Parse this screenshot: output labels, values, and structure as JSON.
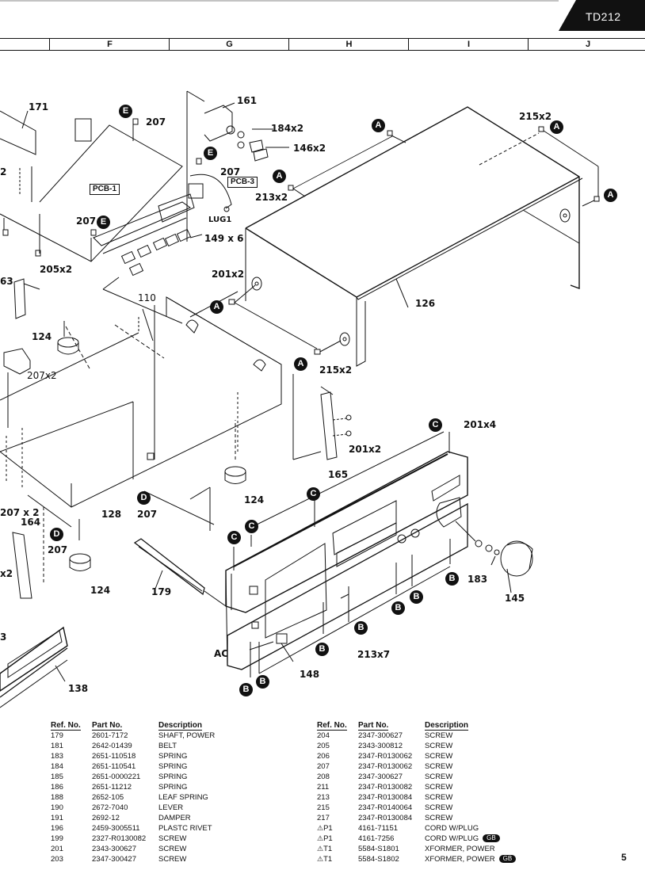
{
  "header": {
    "model": "TD212",
    "grid_columns": [
      "",
      "F",
      "G",
      "H",
      "I",
      "J"
    ]
  },
  "diagram": {
    "callouts": {
      "c171": "171",
      "c207a": "207",
      "c161": "161",
      "c184": "184x2",
      "c146": "146x2",
      "c207b": "207",
      "c213a": "213x2",
      "c215a": "215x2",
      "c2": "2",
      "c207c": "207",
      "lug1": "LUG1",
      "c149": "149 x 6",
      "c205": "205x2",
      "c201a": "201x2",
      "c63": "63",
      "c110": "110",
      "c124a": "124",
      "c207x2": "207x2",
      "c126": "126",
      "c215b": "215x2",
      "c201b": "201x4",
      "c201c": "201x2",
      "c165": "165",
      "c124b": "124",
      "c207x2b": "207 x 2",
      "c164": "164",
      "c128": "128",
      "c207d": "207",
      "c207e": "207",
      "x2": "x2",
      "c124c": "124",
      "c179": "179",
      "c183": "183",
      "c145": "145",
      "c213b": "213x7",
      "ac": "AC",
      "c148": "148",
      "c3": "3",
      "c138": "138"
    },
    "box_labels": {
      "pcb1": "PCB-1",
      "pcb3": "PCB-3"
    },
    "badges": {
      "A": "A",
      "B": "B",
      "C": "C",
      "D": "D",
      "E": "E"
    }
  },
  "parts_list": {
    "headers": {
      "ref": "Ref. No.",
      "part": "Part No.",
      "desc": "Description"
    },
    "left": [
      {
        "ref": "179",
        "part": "2601-7172",
        "desc": "SHAFT, POWER",
        "warn": false,
        "gb": false
      },
      {
        "ref": "181",
        "part": "2642-01439",
        "desc": "BELT",
        "warn": false,
        "gb": false
      },
      {
        "ref": "183",
        "part": "2651-110518",
        "desc": "SPRING",
        "warn": false,
        "gb": false
      },
      {
        "ref": "184",
        "part": "2651-110541",
        "desc": "SPRING",
        "warn": false,
        "gb": false
      },
      {
        "ref": "185",
        "part": "2651-0000221",
        "desc": "SPRING",
        "warn": false,
        "gb": false
      },
      {
        "ref": "186",
        "part": "2651-11212",
        "desc": "SPRING",
        "warn": false,
        "gb": false
      },
      {
        "ref": "188",
        "part": "2652-105",
        "desc": "LEAF SPRING",
        "warn": false,
        "gb": false
      },
      {
        "ref": "190",
        "part": "2672-7040",
        "desc": "LEVER",
        "warn": false,
        "gb": false
      },
      {
        "ref": "191",
        "part": "2692-12",
        "desc": "DAMPER",
        "warn": false,
        "gb": false
      },
      {
        "ref": "196",
        "part": "2459-3005511",
        "desc": "PLASTC RIVET",
        "warn": false,
        "gb": false
      },
      {
        "ref": "199",
        "part": "2327-R0130082",
        "desc": "SCREW",
        "warn": false,
        "gb": false
      },
      {
        "ref": "201",
        "part": "2343-300627",
        "desc": "SCREW",
        "warn": false,
        "gb": false
      },
      {
        "ref": "203",
        "part": "2347-300427",
        "desc": "SCREW",
        "warn": false,
        "gb": false
      }
    ],
    "right": [
      {
        "ref": "204",
        "part": "2347-300627",
        "desc": "SCREW",
        "warn": false,
        "gb": false
      },
      {
        "ref": "205",
        "part": "2343-300812",
        "desc": "SCREW",
        "warn": false,
        "gb": false
      },
      {
        "ref": "206",
        "part": "2347-R0130062",
        "desc": "SCREW",
        "warn": false,
        "gb": false
      },
      {
        "ref": "207",
        "part": "2347-R0130062",
        "desc": "SCREW",
        "warn": false,
        "gb": false
      },
      {
        "ref": "208",
        "part": "2347-300627",
        "desc": "SCREW",
        "warn": false,
        "gb": false
      },
      {
        "ref": "211",
        "part": "2347-R0130082",
        "desc": "SCREW",
        "warn": false,
        "gb": false
      },
      {
        "ref": "213",
        "part": "2347-R0130084",
        "desc": "SCREW",
        "warn": false,
        "gb": false
      },
      {
        "ref": "215",
        "part": "2347-R0140064",
        "desc": "SCREW",
        "warn": false,
        "gb": false
      },
      {
        "ref": "217",
        "part": "2347-R0130084",
        "desc": "SCREW",
        "warn": false,
        "gb": false
      },
      {
        "ref": "P1",
        "part": "4161-71151",
        "desc": "CORD W/PLUG",
        "warn": true,
        "gb": false
      },
      {
        "ref": "P1",
        "part": "4161-7256",
        "desc": "CORD W/PLUG",
        "warn": true,
        "gb": true
      },
      {
        "ref": "T1",
        "part": "5584-S1801",
        "desc": "XFORMER, POWER",
        "warn": true,
        "gb": false
      },
      {
        "ref": "T1",
        "part": "5584-S1802",
        "desc": "XFORMER, POWER",
        "warn": true,
        "gb": true
      }
    ],
    "warn_symbol": "⚠",
    "gb_label": "GB"
  },
  "footer": {
    "page_number": "5"
  }
}
